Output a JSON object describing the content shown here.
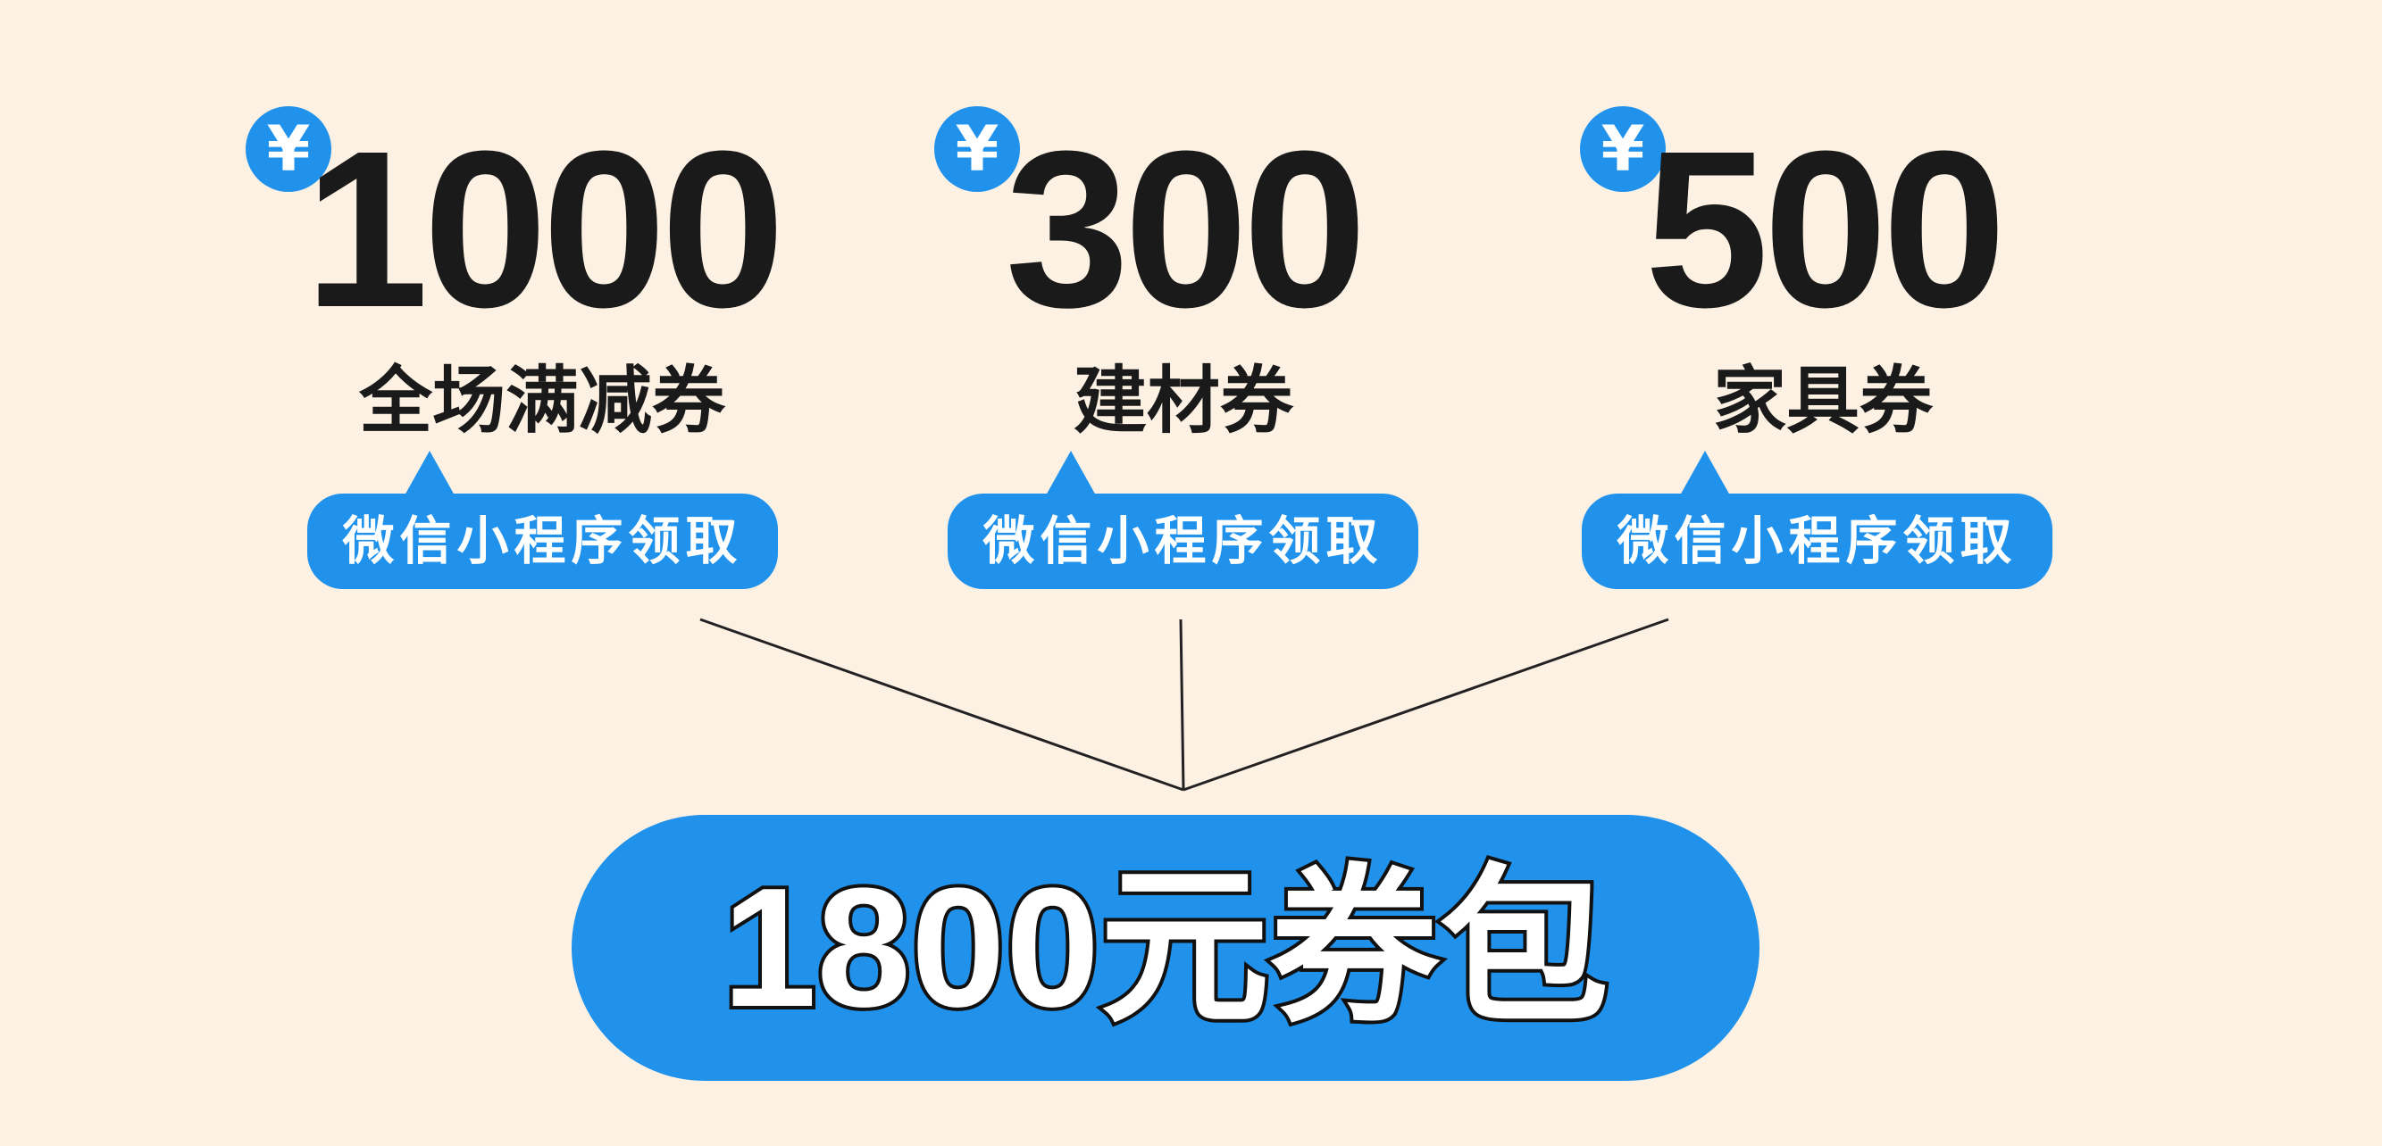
{
  "currency_symbol": "¥",
  "coupons": [
    {
      "amount": "1000",
      "label": "全场满减券",
      "action": "微信小程序领取"
    },
    {
      "amount": "300",
      "label": "建材券",
      "action": "微信小程序领取"
    },
    {
      "amount": "500",
      "label": "家具券",
      "action": "微信小程序领取"
    }
  ],
  "bundle": {
    "label": "1800元券包"
  },
  "colors": {
    "background": "#fdf1e3",
    "accent": "#2192ec",
    "text": "#1a1a1a"
  }
}
